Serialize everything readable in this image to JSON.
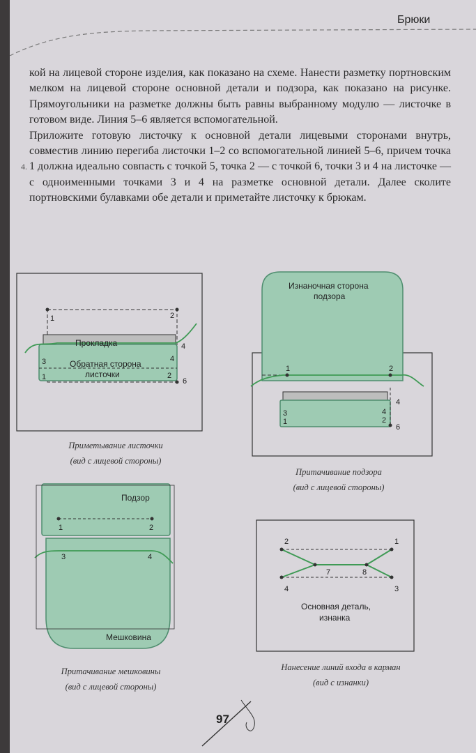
{
  "header": {
    "title": "Брюки"
  },
  "body": {
    "para1": "кой на лицевой стороне изделия, как показано на схеме. Нанести разметку портновским мелком на лицевой стороне основной детали и подзора, как показано на рисунке. Прямоугольники на разметке должны быть равны выбранному модулю — листочке в готовом виде. Линия 5–6 является вспомогательной.",
    "step_number": "4.",
    "para2": "Приложите готовую листочку к основной детали лицевыми сторонами внутрь, совместив линию перегиба листочки 1–2 со вспомогательной линией 5–6, причем точка 1 должна идеально совпасть с точкой 5, точка 2 — с точкой 6, точки 3 и 4 на листочке — с одноименными точками 3 и 4 на разметке основной детали. Далее сколите портновскими булавками обе детали и приметайте листочку к брюкам."
  },
  "figures": {
    "fig1": {
      "caption_line1": "Приметывание листочки",
      "caption_line2": "(вид с лицевой стороны)",
      "label_interfacing": "Прокладка",
      "label_back_line1": "Обратная сторона",
      "label_back_line2": "листочки",
      "p1": "1",
      "p2": "2",
      "p3": "3",
      "p4": "4",
      "p6": "6",
      "p1b": "1",
      "p2b": "2",
      "p4b": "4"
    },
    "fig2": {
      "caption_line1": "Притачивание подзора",
      "caption_line2": "(вид с лицевой стороны)",
      "label_facing_line1": "Изнаночная сторона",
      "label_facing_line2": "подзора",
      "p1": "1",
      "p2": "2",
      "p3": "3",
      "p4": "4",
      "p6": "6",
      "p1b": "1",
      "p2b": "2",
      "p4b": "4"
    },
    "fig3": {
      "caption_line1": "Притачивание мешковины",
      "caption_line2": "(вид с лицевой стороны)",
      "label_facing": "Подзор",
      "label_lining": "Мешковина",
      "p1": "1",
      "p2": "2",
      "p3": "3",
      "p4": "4"
    },
    "fig4": {
      "caption_line1": "Нанесение линий входа в карман",
      "caption_line2": "(вид с изнанки)",
      "label_main_line1": "Основная деталь,",
      "label_main_line2": "изнанка",
      "p1": "1",
      "p2": "2",
      "p3": "3",
      "p4": "4",
      "p7": "7",
      "p8": "8"
    }
  },
  "colors": {
    "fabric": "#9ecbb3",
    "fabric_edge": "#4e8d6e",
    "thread": "#3f9a55",
    "paper": "#d9d6db"
  },
  "footer": {
    "page_number": "97"
  }
}
